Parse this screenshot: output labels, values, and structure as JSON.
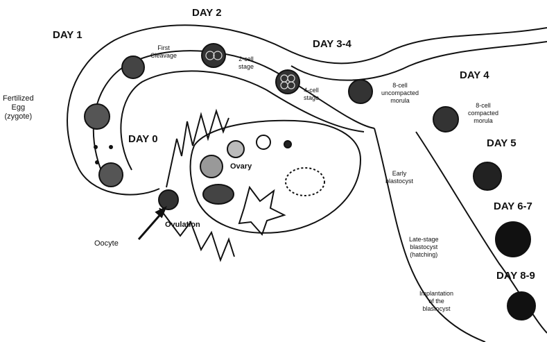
{
  "days": {
    "day0": "DAY 0",
    "day1": "DAY 1",
    "day2": "DAY 2",
    "day34": "DAY 3-4",
    "day4": "DAY 4",
    "day5": "DAY 5",
    "day67": "DAY 6-7",
    "day89": "DAY 8-9"
  },
  "stages": {
    "fertilized_egg": "Fertilized\nEgg\n(zygote)",
    "first_cleavage": "First\nCleavage",
    "two_cell": "2-cell\nstage",
    "four_cell": "4-cell\nstage",
    "eight_cell_uncompacted": "8-cell\nuncompacted\nmorula",
    "eight_cell_compacted": "8-cell\ncompacted\nmorula",
    "early_blastocyst": "Early\nblastocyst",
    "late_blastocyst": "Late-stage\nblastocyst\n(hatching)",
    "implantation": "Implantation\nof the\nblastocyst"
  },
  "anatomy": {
    "ovary": "Ovary",
    "ovulation": "Ovulation",
    "oocyte": "Oocyte"
  }
}
